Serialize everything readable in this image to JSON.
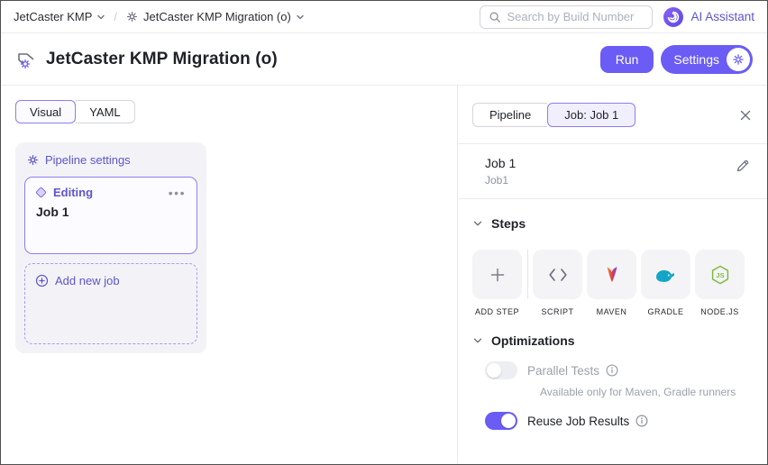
{
  "colors": {
    "accent_button": "#6a5cf5",
    "accent_text": "#5c55cf",
    "card_border": "#8b7ff0",
    "toggle_on": "#6a5cf5",
    "divider": "#eaebef",
    "muted_text": "#9ca1ab",
    "gradle_teal": "#14a5c6",
    "nodejs_green": "#7fbb42",
    "maven_gradient": [
      "#f6872e",
      "#d9414e",
      "#7b3fe4"
    ]
  },
  "topbar": {
    "breadcrumb_project": "JetCaster KMP",
    "breadcrumb_separator": "/",
    "breadcrumb_pipeline": "JetCaster KMP Migration (o)",
    "search_placeholder": "Search by Build Number",
    "ai_assistant_label": "AI Assistant"
  },
  "header": {
    "title": "JetCaster KMP Migration (o)",
    "run_label": "Run",
    "settings_label": "Settings"
  },
  "canvas": {
    "tabs": [
      {
        "label": "Visual",
        "active": true
      },
      {
        "label": "YAML",
        "active": false
      }
    ],
    "pipeline_settings_label": "Pipeline settings",
    "job_card": {
      "status_label": "Editing",
      "name": "Job 1"
    },
    "add_new_job_label": "Add new job"
  },
  "panel": {
    "tabs": [
      {
        "label": "Pipeline",
        "active": false
      },
      {
        "label": "Job: Job 1",
        "active": true
      }
    ],
    "job": {
      "title": "Job 1",
      "id": "Job1"
    },
    "steps": {
      "heading": "Steps",
      "items": [
        {
          "label": "ADD STEP",
          "icon": "plus-icon"
        },
        {
          "label": "SCRIPT",
          "icon": "code-icon"
        },
        {
          "label": "MAVEN",
          "icon": "maven-icon"
        },
        {
          "label": "GRADLE",
          "icon": "gradle-icon"
        },
        {
          "label": "NODE.JS",
          "icon": "nodejs-icon"
        }
      ]
    },
    "optimizations": {
      "heading": "Optimizations",
      "toggles": [
        {
          "label": "Parallel Tests",
          "state": "off-disabled",
          "note": "Available only for Maven, Gradle runners"
        },
        {
          "label": "Reuse Job Results",
          "state": "on",
          "note": ""
        }
      ]
    }
  }
}
